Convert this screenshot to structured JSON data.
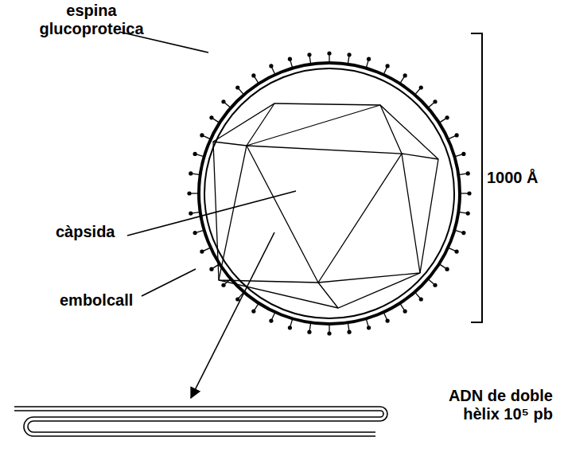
{
  "diagram": {
    "labels": [
      "espina glucoproteica",
      "càpsida",
      "embolcall",
      "1000 Å",
      "ADN de doble hèlix 10⁵ pb"
    ]
  }
}
